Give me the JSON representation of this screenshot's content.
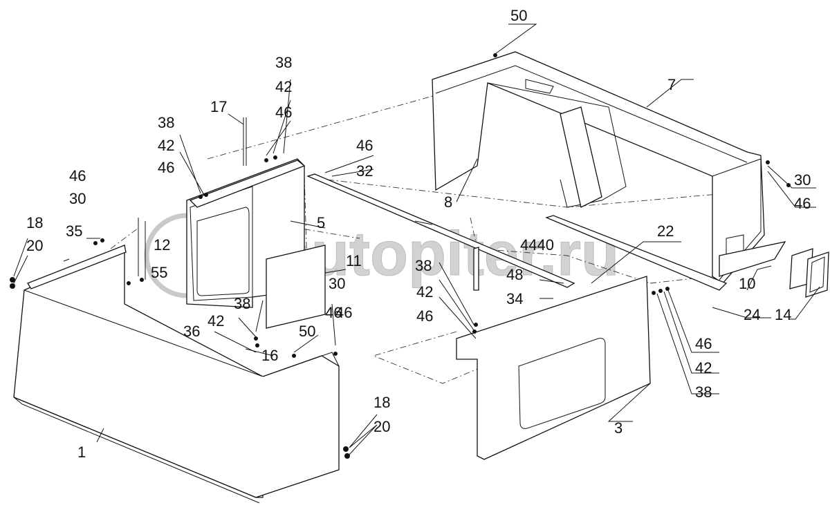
{
  "watermark": "autopiter.ru",
  "callouts": [
    "50",
    "38",
    "42",
    "46",
    "17",
    "7",
    "38",
    "42",
    "46",
    "46",
    "32",
    "5",
    "8",
    "46",
    "30",
    "35",
    "12",
    "55",
    "11",
    "4440",
    "22",
    "30",
    "46",
    "18",
    "20",
    "38",
    "48",
    "34",
    "10",
    "24",
    "14",
    "42",
    "46",
    "38",
    "42",
    "46",
    "30",
    "46",
    "36",
    "16",
    "50",
    "1",
    "18",
    "20",
    "3",
    "46",
    "42",
    "38"
  ]
}
